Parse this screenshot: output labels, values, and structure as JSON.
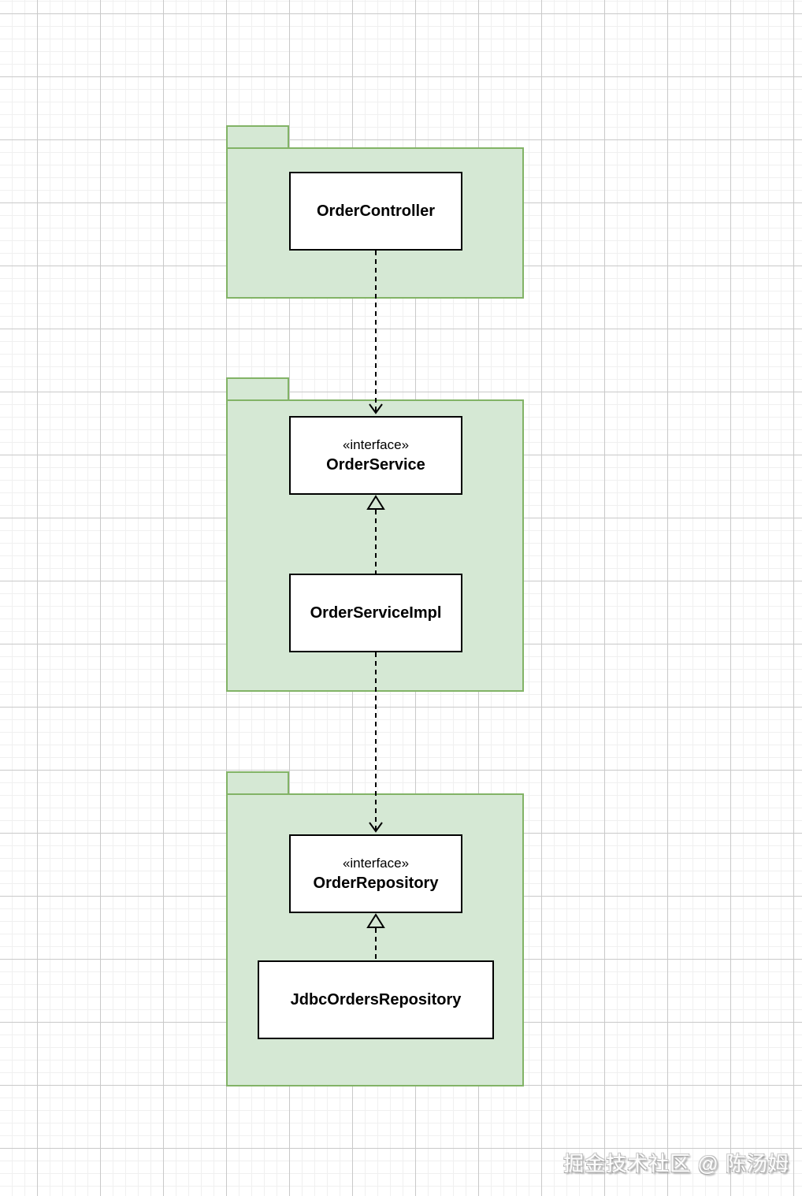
{
  "diagram": {
    "type": "uml-package-diagram",
    "colors": {
      "package_fill": "#d5e8d4",
      "package_border": "#82b366",
      "class_fill": "#ffffff",
      "class_border": "#000000",
      "edge_color": "#000000",
      "grid_major": "#c9c9c9",
      "grid_minor": "#f0f0f0"
    },
    "packages": [
      {
        "id": "controller-layer",
        "label": "",
        "classes": [
          "OrderController"
        ]
      },
      {
        "id": "service-layer",
        "label": "",
        "classes": [
          "OrderService",
          "OrderServiceImpl"
        ]
      },
      {
        "id": "repository-layer",
        "label": "",
        "classes": [
          "OrderRepository",
          "JdbcOrdersRepository"
        ]
      }
    ],
    "classes": {
      "order_controller": {
        "name": "OrderController"
      },
      "order_service": {
        "stereotype": "«interface»",
        "name": "OrderService"
      },
      "order_service_impl": {
        "name": "OrderServiceImpl"
      },
      "order_repository": {
        "stereotype": "«interface»",
        "name": "OrderRepository"
      },
      "jdbc_orders_repository": {
        "name": "JdbcOrdersRepository"
      }
    },
    "relationships": [
      {
        "from": "OrderController",
        "to": "OrderService",
        "type": "dependency",
        "line": "dashed",
        "arrowhead": "open"
      },
      {
        "from": "OrderServiceImpl",
        "to": "OrderService",
        "type": "realization",
        "line": "dashed",
        "arrowhead": "hollow-triangle"
      },
      {
        "from": "OrderServiceImpl",
        "to": "OrderRepository",
        "type": "dependency",
        "line": "dashed",
        "arrowhead": "open"
      },
      {
        "from": "JdbcOrdersRepository",
        "to": "OrderRepository",
        "type": "realization",
        "line": "dashed",
        "arrowhead": "hollow-triangle"
      }
    ]
  },
  "watermark": {
    "text": "掘金技术社区 @ 陈汤姆"
  }
}
